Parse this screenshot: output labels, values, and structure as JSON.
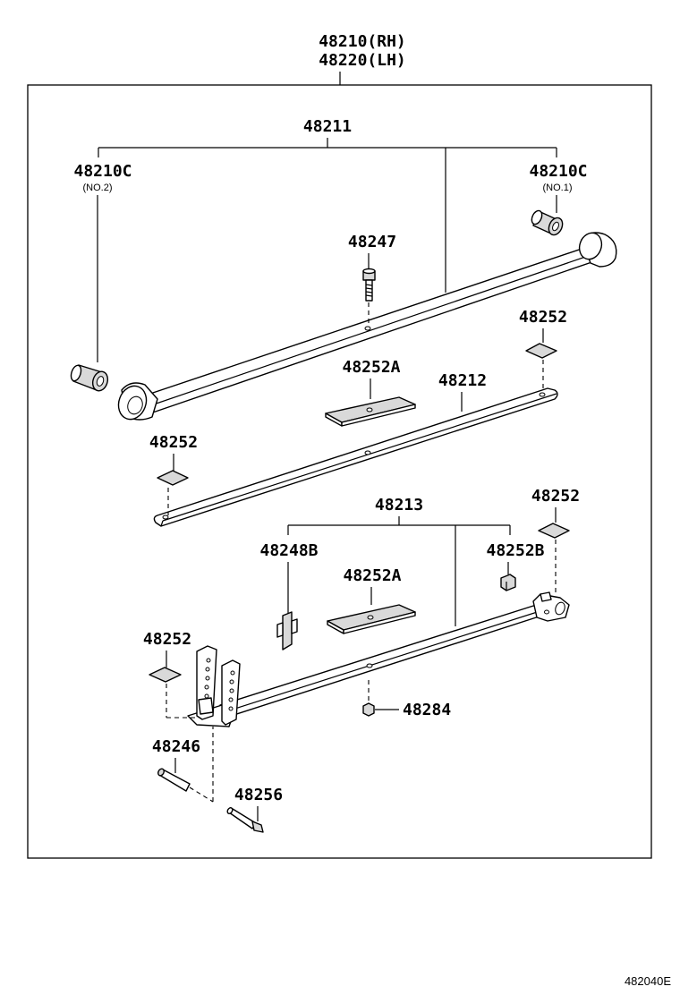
{
  "assembly": {
    "rh": "48210(RH)",
    "lh": "48220(LH)"
  },
  "labels": {
    "leaf_spring_no1": "48211",
    "bushing_no2": "48210C",
    "bushing_no2_note": "(NO.2)",
    "bushing_no1": "48210C",
    "bushing_no1_note": "(NO.1)",
    "center_bolt": "48247",
    "leaf_spring_no2": "48212",
    "clip_insert_upper_right": "48252",
    "clip_insert_upper_left": "48252",
    "spacer_upper": "48252A",
    "leaf_spring_no3": "48213",
    "clip_insert_lower_right": "48252",
    "clip_lower": "48248B",
    "insert_lower": "48252B",
    "spacer_lower": "48252A",
    "clip_insert_lower_left": "48252",
    "nut": "48284",
    "pin": "48246",
    "bolt": "48256"
  },
  "diagram_code": "482040E"
}
